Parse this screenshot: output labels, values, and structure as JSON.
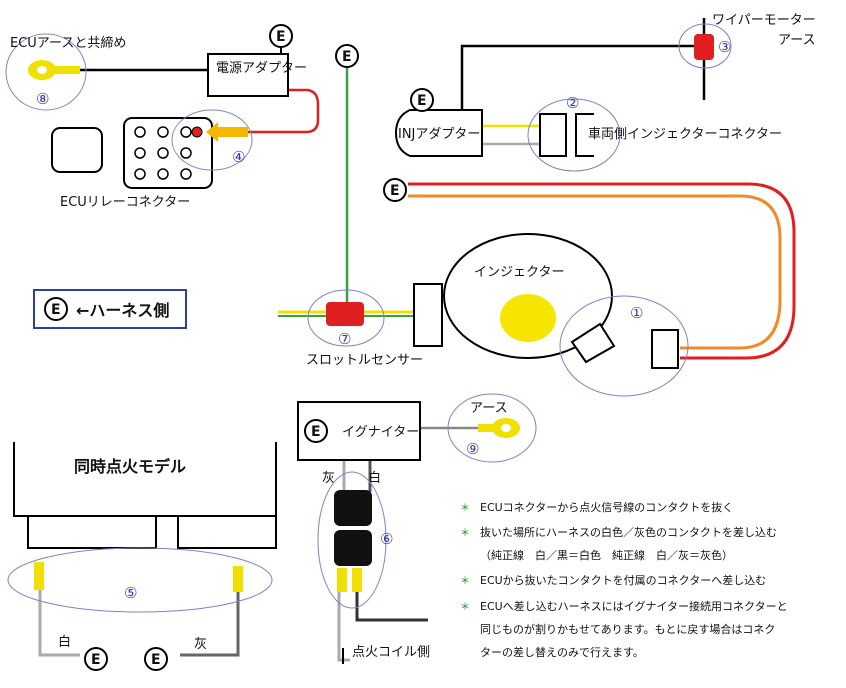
{
  "labels": {
    "ecu_ground": "ECUアースと共締め",
    "power_adapter": "電源アダプター",
    "wiper_motor": "ワイパーモーター",
    "wiper_ground": "アース",
    "inj_adapter": "INJアダプター",
    "vehicle_inj_connector": "車両側インジェクターコネクター",
    "ecu_relay_connector": "ECUリレーコネクター",
    "injector": "インジェクター",
    "throttle_sensor": "スロットルセンサー",
    "harness_side": "←ハーネス側",
    "igniter": "イグナイター",
    "igniter_ground": "アース",
    "simultaneous_model": "同時点火モデル",
    "gray": "灰",
    "white": "白",
    "coil_side": "点火コイル側",
    "white_bottom": "白",
    "gray_bottom": "灰"
  },
  "ground_marker": "E",
  "numbers": {
    "n1": "①",
    "n2": "②",
    "n3": "③",
    "n4": "④",
    "n5": "⑤",
    "n6": "⑥",
    "n7": "⑦",
    "n8": "⑧",
    "n9": "⑨"
  },
  "notes": [
    {
      "bullet": "＊",
      "text": "ECUコネクターから点火信号線のコンタクトを抜く"
    },
    {
      "bullet": "＊",
      "text": "抜いた場所にハーネスの白色／灰色のコンタクトを差し込む"
    },
    {
      "bullet": "",
      "text": "（純正線　白／黒＝白色　純正線　白／灰＝灰色）"
    },
    {
      "bullet": "＊",
      "text": "ECUから抜いたコンタクトを付属のコネクターへ差し込む"
    },
    {
      "bullet": "＊",
      "text": "ECUへ差し込むハーネスにはイグナイター接続用コネクターと"
    },
    {
      "bullet": "",
      "text": "同じものが割りかもせてあります。もとに戻す場合はコネク"
    },
    {
      "bullet": "",
      "text": "ターの差し替えのみで行えます。"
    }
  ],
  "colors": {
    "red": "#e02020",
    "yellow": "#f0e000",
    "green": "#3aa040",
    "orange": "#f08a2a",
    "gray": "#aaaaaa",
    "circle": "#7a86c4",
    "box_border": "#2f3fa0"
  }
}
